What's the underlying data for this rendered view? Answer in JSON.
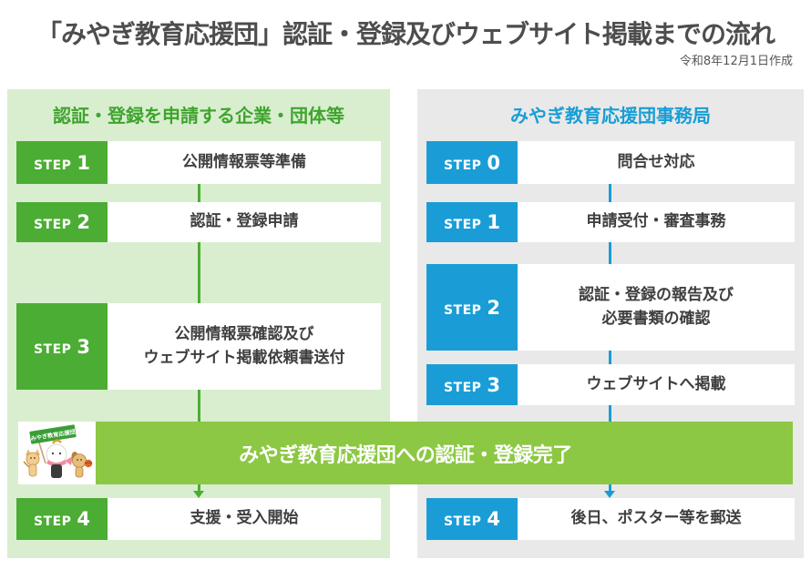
{
  "header": {
    "title": "「みやぎ教育応援団」認証・登録及びウェブサイト掲載までの流れ",
    "date_note": "令和8年12月1日作成"
  },
  "left_panel": {
    "title": "認証・登録を申請する企業・団体等",
    "steps": [
      {
        "prefix": "STEP",
        "num": "1",
        "text": "公開情報票等準備"
      },
      {
        "prefix": "STEP",
        "num": "2",
        "text": "認証・登録申請"
      },
      {
        "prefix": "STEP",
        "num": "3",
        "text": "公開情報票確認及び\nウェブサイト掲載依頼書送付"
      },
      {
        "prefix": "STEP",
        "num": "4",
        "text": "支援・受入開始"
      }
    ]
  },
  "right_panel": {
    "title": "みやぎ教育応援団事務局",
    "steps": [
      {
        "prefix": "STEP",
        "num": "0",
        "text": "問合せ対応"
      },
      {
        "prefix": "STEP",
        "num": "1",
        "text": "申請受付・審査事務"
      },
      {
        "prefix": "STEP",
        "num": "2",
        "text": "認証・登録の報告及び\n必要書類の確認"
      },
      {
        "prefix": "STEP",
        "num": "3",
        "text": "ウェブサイトへ掲載"
      },
      {
        "prefix": "STEP",
        "num": "4",
        "text": "後日、ポスター等を郵送"
      }
    ]
  },
  "banner": {
    "text": "みやぎ教育応援団への認証・登録完了",
    "mascot_flag_text": "みやぎ教育応援団"
  },
  "colors": {
    "step_green": "#4bad33",
    "panel_light_green": "#d9eecf",
    "header_green": "#3fa42e",
    "banner_green": "#8cc843",
    "step_blue": "#1a9dd6",
    "panel_light_gray": "#e9e9e9",
    "header_blue": "#189ed6",
    "body_text": "#3f3f3f"
  }
}
